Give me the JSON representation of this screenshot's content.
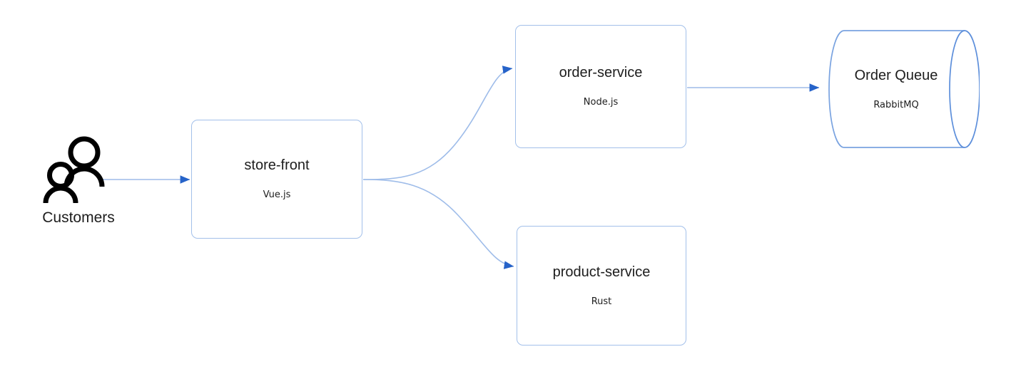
{
  "diagram": {
    "type": "architecture-flow",
    "background": "#ffffff",
    "colors": {
      "node_border": "#a3c0ea",
      "edge_line": "#9ebce9",
      "arrow_head": "#2663c9",
      "text": "#1d1d1d",
      "actor": "#000000"
    },
    "nodes": [
      {
        "id": "customers",
        "shape": "actor",
        "icon": "two-people-icon",
        "label": "Customers"
      },
      {
        "id": "store-front",
        "shape": "rounded-rect",
        "title": "store-front",
        "subtitle": "Vue.js"
      },
      {
        "id": "order-service",
        "shape": "rounded-rect",
        "title": "order-service",
        "subtitle": "Node.js"
      },
      {
        "id": "product-service",
        "shape": "rounded-rect",
        "title": "product-service",
        "subtitle": "Rust"
      },
      {
        "id": "order-queue",
        "shape": "cylinder",
        "title": "Order Queue",
        "subtitle": "RabbitMQ"
      }
    ],
    "edges": [
      {
        "id": "customers-to-store-front",
        "from": "customers",
        "to": "store-front",
        "style": "straight",
        "label": ""
      },
      {
        "id": "store-front-to-order-service",
        "from": "store-front",
        "to": "order-service",
        "style": "curved",
        "label": ""
      },
      {
        "id": "store-front-to-product-service",
        "from": "store-front",
        "to": "product-service",
        "style": "curved",
        "label": ""
      },
      {
        "id": "order-service-to-order-queue",
        "from": "order-service",
        "to": "order-queue",
        "style": "straight",
        "label": ""
      }
    ]
  }
}
